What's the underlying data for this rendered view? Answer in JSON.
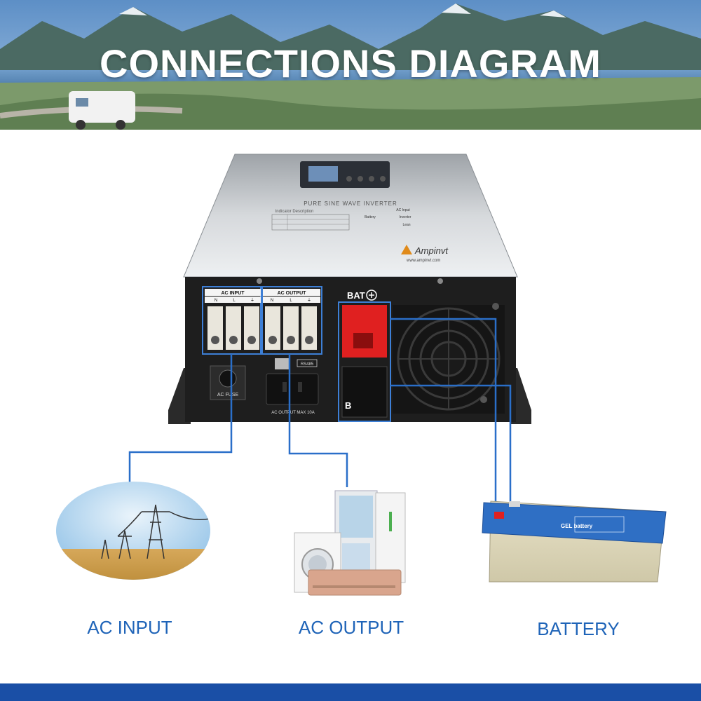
{
  "banner": {
    "title": "CONNECTIONS DIAGRAM"
  },
  "inverter": {
    "brand": "Ampinvt",
    "website": "www.ampinvt.com",
    "panel_title": "PURE SINE WAVE INVERTER",
    "indicator_title": "Indicator Description",
    "indicator_tags": [
      "AC Input",
      "Battery",
      "Inverter",
      "Lean"
    ],
    "ac_input_label": "AC INPUT",
    "ac_output_label": "AC OUTPUT",
    "terminal_letters": [
      "N",
      "L",
      "⏚",
      "N",
      "L",
      "⏚"
    ],
    "bat_label": "BAT",
    "bat_neg_label": "B",
    "rs485_label": "RS485",
    "ac_fuse_label": "AC FUSE",
    "ac_output_max_label": "AC OUTPUT MAX 10A"
  },
  "battery": {
    "brand": "GEL battery"
  },
  "labels": {
    "ac_input": "AC INPUT",
    "ac_output": "AC OUTPUT",
    "battery": "BATTERY"
  },
  "colors": {
    "label_blue": "#1f64b8",
    "line_blue": "#2a6fc9",
    "bottom_bar": "#1a4fa6",
    "bat_positive": "#e02020"
  }
}
